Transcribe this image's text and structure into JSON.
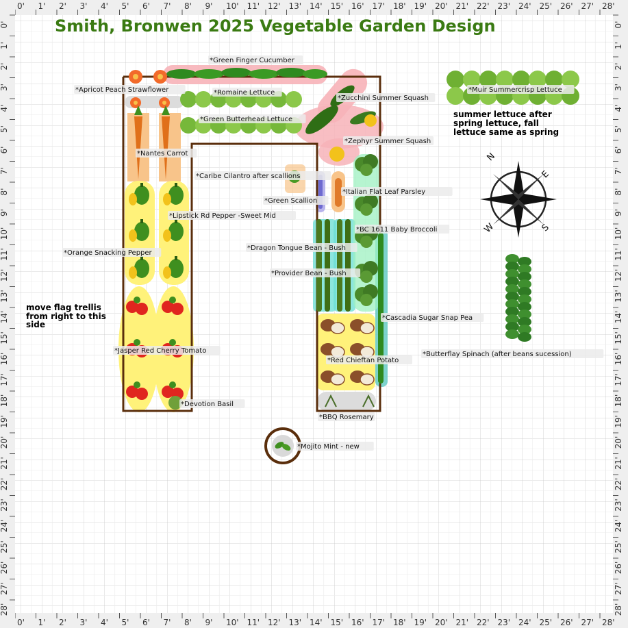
{
  "title": "Smith, Bronwen 2025 Vegetable Garden Design",
  "ruler_labels": [
    "0'",
    "1'",
    "2'",
    "3'",
    "4'",
    "5'",
    "6'",
    "7'",
    "8'",
    "9'",
    "10'",
    "11'",
    "12'",
    "13'",
    "14'",
    "15'",
    "16'",
    "17'",
    "18'",
    "19'",
    "20'",
    "21'",
    "22'",
    "23'",
    "24'",
    "25'",
    "26'",
    "27'",
    "28'"
  ],
  "notes": {
    "flag_trellis": [
      "move flag trellis",
      "from right to this",
      "side"
    ],
    "summer_lettuce": [
      "summer lettuce after",
      "spring lettuce, fall",
      "lettuce same as spring"
    ]
  },
  "compass": {
    "n": "N",
    "e": "E",
    "s": "S",
    "w": "W"
  },
  "plants": {
    "cucumber": "*Green Finger Cucumber",
    "strawflower": "*Apricot Peach Strawflower",
    "romaine": "*Romaine Lettuce",
    "zucchini": "*Zucchini Summer Squash",
    "butterhead": "*Green Butterhead Lettuce",
    "muir": "*Muir Summercrisp Lettuce",
    "carrot": "*Nantes Carrot",
    "zephyr": "*Zephyr Summer Squash",
    "cilantro": "*Caribe Cilantro after scallions",
    "parsley": "*Italian Flat Leaf Parsley",
    "scallion": "*Green Scallion",
    "lipstick": "*Lipstick Rd Pepper -Sweet Mid",
    "broccoli": "*BC 1611 Baby Broccoli",
    "dragon_bean": "*Dragon Tongue Bean - Bush",
    "orange_pepper": "*Orange Snacking Pepper",
    "provider_bean": "*Provider Bean - Bush",
    "snap_pea": "*Cascadia Sugar Snap Pea",
    "tomato": "*Jasper Red Cherry Tomato",
    "spinach": "*Butterflay Spinach (after beans sucession)",
    "potato": "*Red Chieftan Potato",
    "basil": "*Devotion Basil",
    "rosemary": "*BBQ Rosemary",
    "mint": "*Mojito Mint - new"
  },
  "colors": {
    "title": "#3a7a12",
    "bed_border": "#5a2e0c",
    "yellow_zone": "#fff27a",
    "pink_zone": "#f7b3b8",
    "orange_zone": "#f8c48a",
    "teal_zone": "#6fe0d6",
    "lettuce": "#7fbf3f",
    "tomato": "#e0261f",
    "pepper_green": "#3f8f1f",
    "pepper_yellow": "#f2c21b"
  }
}
